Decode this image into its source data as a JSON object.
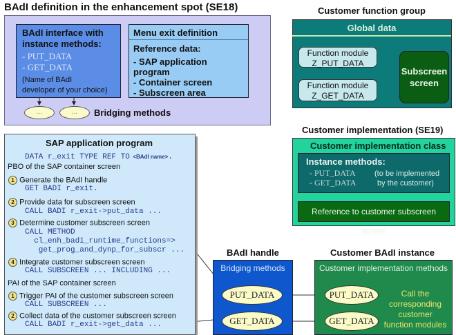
{
  "spot": {
    "title": "BAdI definition in the enhancement spot (SE18)",
    "interface": {
      "heading_line1": "BAdI interface with",
      "heading_line2": "instance methods:",
      "methods": [
        "- PUT_DATA",
        "- GET_DATA"
      ],
      "note_line1": "(Name of BAdI",
      "note_line2": "developer of your choice)"
    },
    "menu_exit": {
      "header": "Menu exit definition",
      "ref_label": "Reference data:",
      "items": [
        "-  SAP application program",
        "-  Container screen",
        "-  Subscreen area"
      ]
    },
    "bridging": {
      "ellipsis": "...",
      "label": "Bridging methods"
    }
  },
  "function_group": {
    "title": "Customer function group",
    "global_data": "Global data",
    "modules": [
      {
        "line1": "Function module",
        "line2": "Z_PUT_DATA"
      },
      {
        "line1": "Function module",
        "line2": "Z_GET_DATA"
      }
    ],
    "subscreen_line1": "Subscreen",
    "subscreen_line2": "screen"
  },
  "implementation": {
    "title": "Customer implementation (SE19)",
    "class_label": "Customer implementation class",
    "instance_label": "Instance methods:",
    "methods": [
      "- PUT_DATA",
      "- GET_DATA"
    ],
    "note_line1": "(to be implemented",
    "note_line2": "by the customer)",
    "reference": "Reference to customer subscreen screen"
  },
  "app_program": {
    "title": "SAP application program",
    "declaration": "DATA r_exit TYPE REF TO",
    "declaration_type": "<BAdI name>",
    "declaration_end": ".",
    "pbo_heading": "PBO of the SAP container screen",
    "pbo_steps": [
      {
        "num": "1",
        "label": "Generate the BAdI handle",
        "code": [
          "GET BADI r_exit."
        ]
      },
      {
        "num": "2",
        "label": "Provide data for subscreen screen",
        "code": [
          "CALL BADI r_exit->put_data ..."
        ]
      },
      {
        "num": "3",
        "label": "Determine customer subscreen screen",
        "code": [
          "CALL METHOD",
          "  cl_enh_badi_runtime_functions=>",
          "   get_prog_and_dynp_for_subscr ..."
        ]
      },
      {
        "num": "4",
        "label": "Integrate customer subscreen screen",
        "code": [
          "CALL SUBSCREEN ... INCLUDING ..."
        ]
      }
    ],
    "pai_heading": "PAI of the SAP container screen",
    "pai_steps": [
      {
        "num": "1",
        "label": "Trigger PAI of the customer subscreen screen",
        "code": [
          "CALL SUBSCREEN ..."
        ]
      },
      {
        "num": "2",
        "label": "Collect data of the customer subscreen screen",
        "code": [
          "CALL BADI r_exit->get_data ..."
        ]
      }
    ]
  },
  "handle": {
    "title": "BAdI handle",
    "label": "Bridging methods",
    "methods": [
      "PUT_DATA",
      "GET_DATA"
    ]
  },
  "instance": {
    "title": "Customer BAdI instance",
    "label": "Customer implementation methods",
    "methods": [
      "PUT_DATA",
      "GET_DATA"
    ],
    "note": [
      "Call the",
      "corresponding",
      "customer",
      "function modules"
    ]
  }
}
